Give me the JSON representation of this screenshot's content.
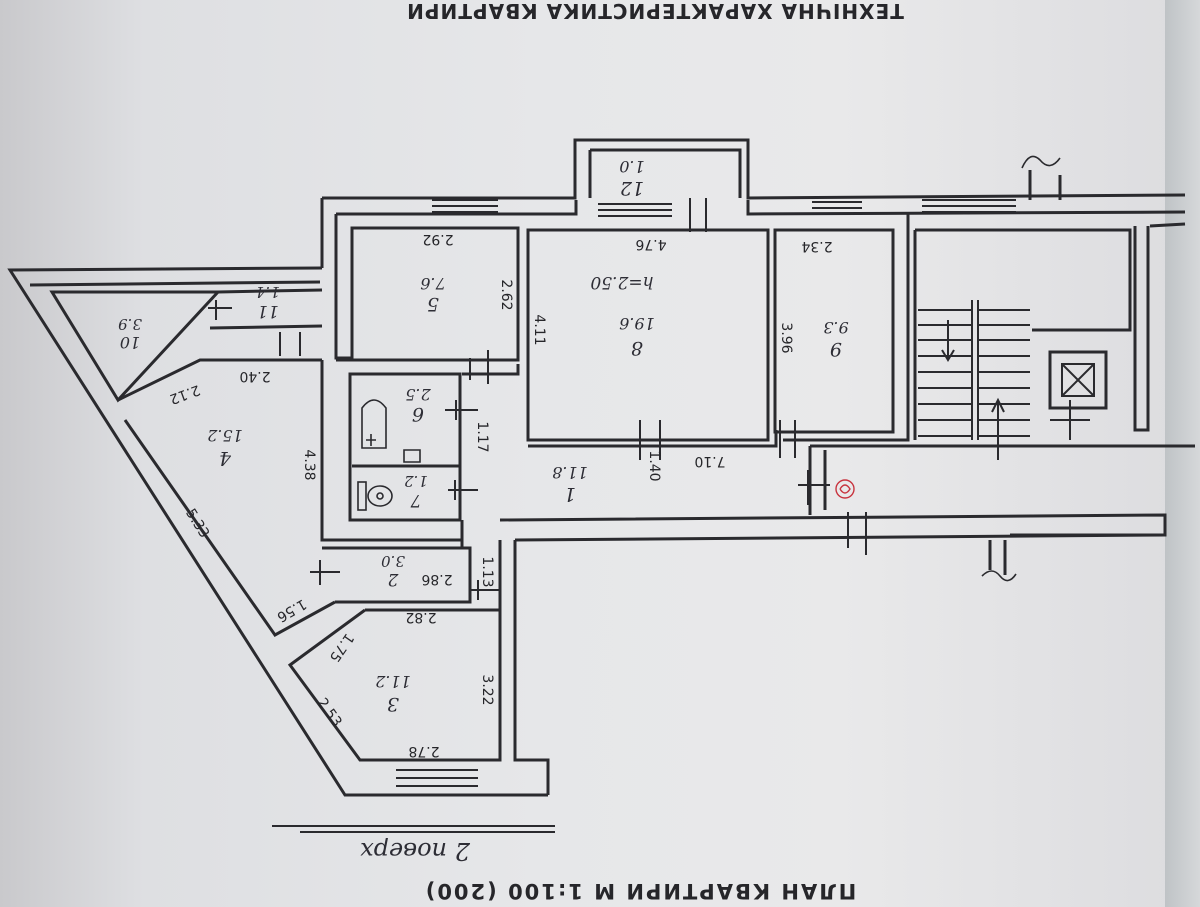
{
  "header": "ТЕХНІЧНА ХАРАКТЕРИСТИКА КВАРТИРИ",
  "plan_title": "ПЛАН КВАРТИРИ М 1:100 (200)",
  "floor": "2 поверх",
  "ceiling_height": "h=2.50",
  "rooms": [
    {
      "number": "1",
      "area": "11.8"
    },
    {
      "number": "2",
      "area": "3.0"
    },
    {
      "number": "3",
      "area": "11.2"
    },
    {
      "number": "4",
      "area": "15.2"
    },
    {
      "number": "5",
      "area": "7.6"
    },
    {
      "number": "6",
      "area": "2.5"
    },
    {
      "number": "7",
      "area": "1.2"
    },
    {
      "number": "8",
      "area": "19.6"
    },
    {
      "number": "9",
      "area": "9.3"
    },
    {
      "number": "10",
      "area": "3.9"
    },
    {
      "number": "11",
      "area": "1.4"
    },
    {
      "number": "12",
      "area": "1.0"
    }
  ],
  "dimensions": [
    "2.92",
    "2.62",
    "4.76",
    "4.11",
    "2.34",
    "3.96",
    "7.10",
    "1.40",
    "1.17",
    "2.40",
    "2.12",
    "4.38",
    "5.33",
    "1.56",
    "2.86",
    "1.13",
    "2.82",
    "1.75",
    "3.22",
    "2.53",
    "2.78"
  ],
  "colors": {
    "ink": "#2a2a2e",
    "stamp": "#c8343f",
    "paper": "#e6e7e9"
  }
}
